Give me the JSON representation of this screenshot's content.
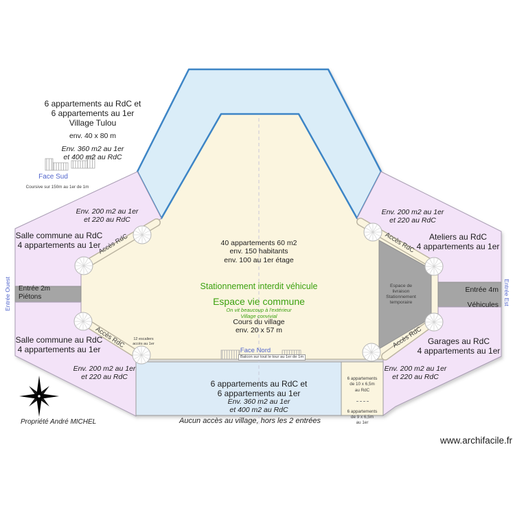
{
  "colors": {
    "roof_blue_fill": "#daedf8",
    "roof_blue_stroke": "#3d85c6",
    "pink_fill": "#f3e3f8",
    "cream_fill": "#fbf5df",
    "gray_zone": "#a5a5a5",
    "north_strip_fill": "#dcebf7",
    "green_text": "#3ba10f",
    "blue_label_text": "#5266cc"
  },
  "south": {
    "label": [
      "6 appartements au RdC et",
      "6 appartements au 1er",
      "Village Tulou"
    ],
    "size": "env. 40 x 80 m",
    "area": [
      "Env. 360 m2 au 1er",
      "et 400 m2 au RdC"
    ],
    "face": "Face Sud",
    "coursive": "Coursive sur 150m au 1er de 1m"
  },
  "west": {
    "upper": {
      "area": [
        "Env. 200 m2  au 1er",
        "et 220 au RdC"
      ],
      "name": [
        "Salle commune au RdC",
        "4 appartements au 1er"
      ]
    },
    "lower": {
      "name": [
        "Salle commune au RdC",
        "4 appartements au 1er"
      ],
      "area": [
        "Env. 200 m2  au 1er",
        "et 220 au RdC"
      ]
    },
    "entrance": [
      "Entrée 2m",
      "Piétons"
    ],
    "side": "Entrée Ouest"
  },
  "east": {
    "upper": {
      "area": [
        "Env. 200 m2  au 1er",
        "et 220 au RdC"
      ],
      "name": [
        "Ateliers au RdC",
        "4 appartements au 1er"
      ]
    },
    "lower": {
      "name": [
        "Garages au RdC",
        "4 appartements au 1er"
      ],
      "area": [
        "Env. 200 m2  au 1er",
        "et 220 au RdC"
      ]
    },
    "entrance": [
      "Entrée 4m",
      "Véhicules"
    ],
    "side": "Entrée Est",
    "delivery": [
      "Espace de",
      "livraison",
      "Stationnement",
      "temporaire"
    ]
  },
  "court": {
    "stats": [
      "40 appartements 60 m2",
      "env. 150 habitants",
      "env. 100 au 1er étage"
    ],
    "no_parking": "Stationnement interdit véhicule",
    "common": "Espace vie commune",
    "tagline": [
      "On vit beaucoup à l'extérieur",
      "Village convivial"
    ],
    "size": [
      "Cours du village",
      "env. 20 x 57 m"
    ],
    "access": "Accès RdC",
    "stairs_note": [
      "12 escaliers",
      "accès au 1er"
    ]
  },
  "north": {
    "face": "Face Nord",
    "balcony": "Balcon sur tout le tour au 1er de 1m",
    "label": [
      "6 appartements au RdC et",
      "6 appartements au 1er"
    ],
    "area": [
      "Env. 360 m2 au 1er",
      "et 400 m2 au RdC"
    ],
    "no_access": "Aucun accès au village, hors les 2 entrées",
    "units_rdc": [
      "6 appartements",
      "de 10 x 6,5m",
      "au RdC"
    ],
    "units_1er": [
      "6 appartements",
      "de 9 x 6,5m",
      "au 1er"
    ]
  },
  "footer": {
    "owner": "Propriété André MICHEL",
    "site": "www.archifacile.fr"
  }
}
